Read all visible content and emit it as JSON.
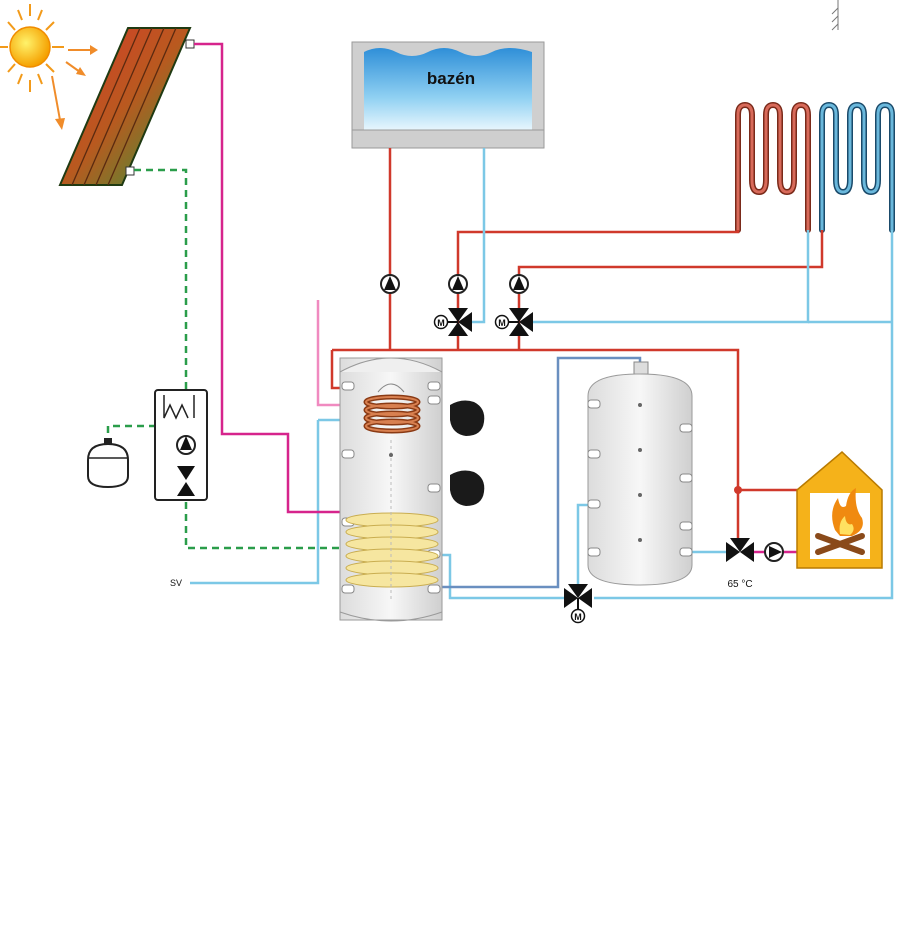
{
  "diagram": {
    "labels": {
      "pool": "bazén",
      "cold_water": "SV",
      "temperature": "65 °C",
      "motor": "M"
    },
    "colors": {
      "hot_pipe": "#d0392b",
      "cold_pipe": "#7cc8e6",
      "solar_pipe": "#d6248c",
      "solar_return": "#2a9d4a",
      "pool_water": "#3aa6e0",
      "fire": "#f5b21a",
      "coil_copper": "#b05a2a"
    },
    "icons": [
      "sun-icon",
      "solar-collector-icon",
      "pump-icon",
      "three-way-valve-icon",
      "expansion-vessel-icon",
      "fireplace-icon",
      "radiator-icon"
    ]
  }
}
